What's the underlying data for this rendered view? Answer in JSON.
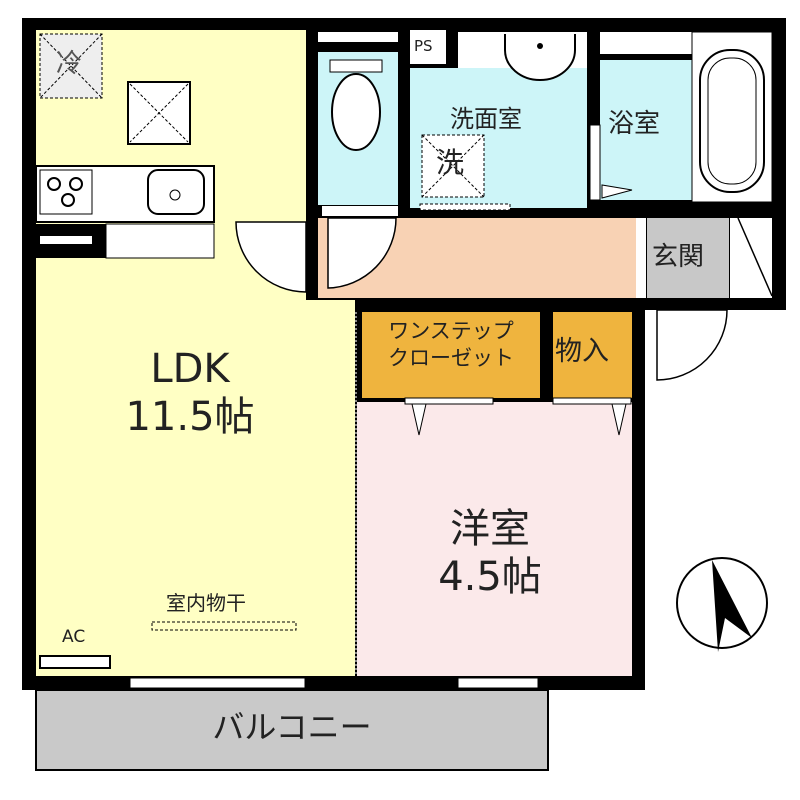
{
  "floorplan": {
    "rooms": {
      "ldk": {
        "name": "LDK",
        "size": "11.5帖"
      },
      "western_room": {
        "name": "洋室",
        "size": "4.5帖"
      },
      "washroom": "洗面室",
      "bathroom": "浴室",
      "entrance": "玄関",
      "closet_line1": "ワンステップ",
      "closet_line2": "クローゼット",
      "storage": "物入",
      "balcony": "バルコニー"
    },
    "fixtures": {
      "pipe_space": "PS",
      "fridge": "冷",
      "washer": "洗",
      "indoor_drying": "室内物干",
      "air_conditioner": "AC"
    },
    "colors": {
      "ldk": "#ffffc4",
      "wet_area": "#cdf5f8",
      "hallway": "#f8d2b4",
      "closet": "#efb43e",
      "entrance": "#c8c8c8",
      "western_room": "#fbe9ea",
      "balcony": "#c9c9c9",
      "wall": "#000000"
    }
  }
}
